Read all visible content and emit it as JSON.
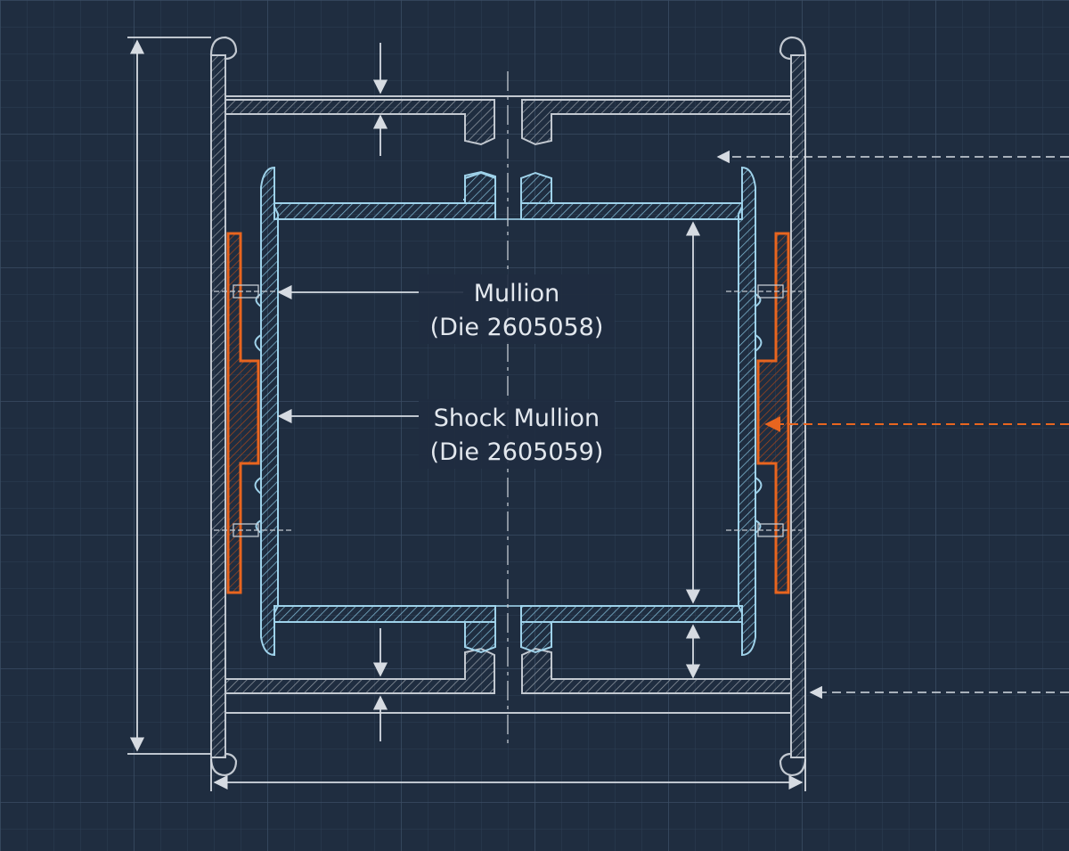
{
  "labels": {
    "mullion": {
      "name": "Mullion",
      "die": "(Die 2605058)"
    },
    "shock_mullion": {
      "name": "Shock Mullion",
      "die": "(Die 2605059)"
    }
  },
  "colors": {
    "background": "#1f2d40",
    "grid_minor": "#2e3f55",
    "grid_major": "#3a4c63",
    "outer_profile": "#c2c8d0",
    "inner_profile": "#9fd2ea",
    "gasket": "#e8651f",
    "dimension_line": "#d6dbe2"
  }
}
